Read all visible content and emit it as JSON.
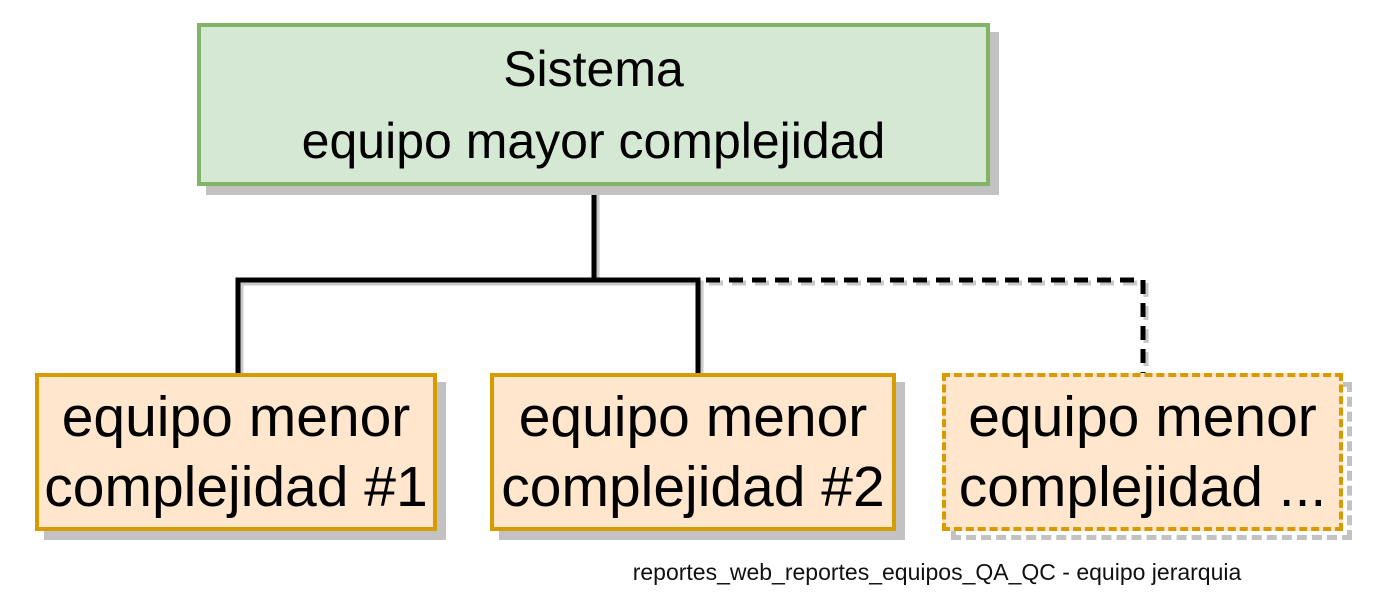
{
  "diagram": {
    "type": "hierarchy-tree",
    "root_node": {
      "line1": "Sistema",
      "line2": "equipo mayor complejidad",
      "fill_color": "#d5e8d4",
      "border_color": "#82b366",
      "border_style": "solid"
    },
    "child_nodes": [
      {
        "line1": "equipo menor",
        "line2": "complejidad #1",
        "fill_color": "#ffe6cc",
        "border_color": "#d79b00",
        "border_style": "solid",
        "connector_style": "solid"
      },
      {
        "line1": "equipo menor",
        "line2": "complejidad #2",
        "fill_color": "#ffe6cc",
        "border_color": "#d79b00",
        "border_style": "solid",
        "connector_style": "solid"
      },
      {
        "line1": "equipo menor",
        "line2": "complejidad ...",
        "fill_color": "#ffe6cc",
        "border_color": "#d79b00",
        "border_style": "dashed",
        "connector_style": "dashed"
      }
    ],
    "connector_color": "#000000",
    "shadow_color": "#c2c2c2",
    "caption": "reportes_web_reportes_equipos_QA_QC - equipo jerarquia"
  }
}
